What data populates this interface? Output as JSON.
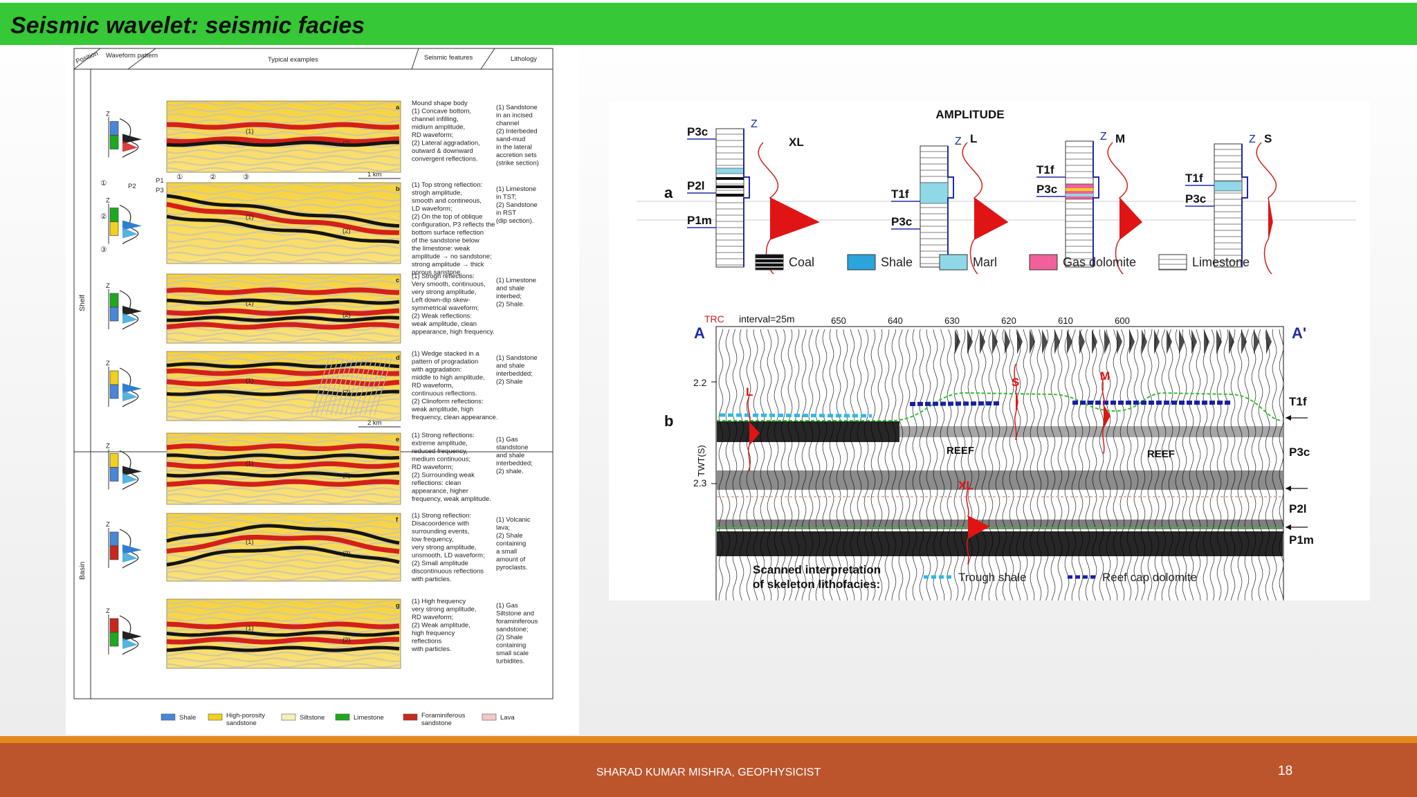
{
  "slide": {
    "title": "Seismic wavelet: seismic facies",
    "footer": "SHARAD KUMAR MISHRA, GEOPHYSICIST",
    "page_number": "18"
  },
  "left_figure": {
    "headers": {
      "position": "Position",
      "waveform": "Waveform pattern",
      "examples": "Typical examples",
      "features": "Seismic features",
      "lithology": "Lithology"
    },
    "zones": {
      "shelf": "Shelf",
      "basin": "Basin"
    },
    "rows": [
      {
        "letter": "a",
        "features": [
          "Mound shape body",
          "(1) Concave bottom,",
          "channel infilling,",
          "midium amplitude,",
          "RD waveform;",
          "(2) Lateral aggradation,",
          " outward & downward",
          "convergent reflections."
        ],
        "lithology": [
          "(1) Sandstone",
          "in an incised",
          "channel",
          "(2) Interbeded",
          "sand-mud",
          "in the lateral",
          "accretion sets",
          "(strike section)"
        ],
        "scale": "1 km"
      },
      {
        "letter": "b",
        "features": [
          "(1) Top strong reflection:",
          "strogh amplitude,",
          "smooth and contineous,",
          "LD waveform;",
          "(2) On the top of oblique",
          "configuration, P3 reflects the",
          "bottom surface reflection",
          "of the sandstone below",
          "the limestone: weak",
          "amplitude → no sandstone;",
          "strong amplitude → thick",
          "porous sanstone."
        ],
        "lithology": [
          "(1) Limestone",
          "in TST;",
          "(2) Sandstone",
          "in RST",
          "(dip section)."
        ]
      },
      {
        "letter": "c",
        "features": [
          "(1) Strogh reflections:",
          "Very smooth, continuous,",
          "very strong amplitude,",
          "Left  down-dip skew-",
          "symmetrical waveform;",
          "(2) Weak reflections:",
          "weak amplitude, clean",
          "appearance, high frequency."
        ],
        "lithology": [
          "(1) Limestone",
          "and shale",
          "interbed;",
          "(2) Shale."
        ]
      },
      {
        "letter": "d",
        "features": [
          "(1) Wedge stacked in a",
          "pattern of progradation",
          "with aggradation:",
          "middle to high amplitude,",
          "RD waveform,",
          "continuous reflections.",
          "(2) Clinoform reflections:",
          "weak amplitude, high",
          "frequency, clean appearance."
        ],
        "lithology": [
          "(1) Sandstone",
          "and shale",
          "interbedded;",
          "(2) Shale"
        ],
        "scale": "2 km"
      },
      {
        "letter": "e",
        "features": [
          "(1) Strong reflections:",
          "extreme amplitude,",
          "reduced frequency,",
          "medium continuous;",
          "RD waveform;",
          "(2) Surrounding weak",
          "reflections: clean",
          "appearance, higher",
          "frequency, weak amplitude."
        ],
        "lithology": [
          "(1) Gas",
          "standstone",
          "and shale",
          "interbedded;",
          "(2) shale."
        ]
      },
      {
        "letter": "f",
        "features": [
          "(1) Strong reflection:",
          "Disacoordence with",
          "surrounding events,",
          "low frequency,",
          "very strong amplitude,",
          "unsmooth, LD waveform;",
          "(2) Small amplitude",
          " discontinuous reflections",
          "  with particles."
        ],
        "lithology": [
          "(1) Volcanic",
          "lava;",
          "(2) Shale",
          "containing",
          "a small",
          "amount of",
          "pyroclasts."
        ]
      },
      {
        "letter": "g",
        "features": [
          "(1) High frequency",
          "very strong amplitude,",
          "RD waveform;",
          "(2) Weak amplitude,",
          "high frequency",
          "reflections",
          "with particles."
        ],
        "lithology": [
          "(1) Gas",
          "Siltstone and",
          "foraminiferous",
          "sandstone;",
          "(2) Shale",
          "containing",
          "small scale",
          "turbidites."
        ]
      }
    ],
    "legend": [
      {
        "label": "Shale",
        "color": "#4a86d6"
      },
      {
        "label": "High-porosity sandstone",
        "color": "#f0d020"
      },
      {
        "label": "Siltstone",
        "color": "#f4f0b8"
      },
      {
        "label": "Limestone",
        "color": "#1fa81f"
      },
      {
        "label": "Foraminiferous sandstone",
        "color": "#c8281c"
      },
      {
        "label": "Lava",
        "color": "#f4c8c8"
      }
    ],
    "wave_labels": {
      "z": "Z",
      "p1": "P1",
      "p2": "P2",
      "p3": "P3",
      "n1": "①",
      "n2": "②",
      "n3": "③",
      "m1": "(1)",
      "m2": "(2)"
    }
  },
  "right_figure": {
    "panel_a": {
      "label": "a",
      "title": "AMPLITUDE",
      "z": "Z",
      "columns": [
        {
          "name": "XL",
          "horizons": [
            "P3c",
            "P2l",
            "P1m"
          ]
        },
        {
          "name": "L",
          "horizons": [
            "T1f",
            "P3c"
          ]
        },
        {
          "name": "M",
          "horizons": [
            "T1f",
            "P3c"
          ]
        },
        {
          "name": "S",
          "horizons": [
            "T1f",
            "P3c"
          ]
        }
      ],
      "legend": [
        {
          "label": "Coal",
          "color": "#111111"
        },
        {
          "label": "Shale",
          "color": "#2aa4dc"
        },
        {
          "label": "Marl",
          "color": "#8fd8e8"
        },
        {
          "label": "Gas dolomite",
          "color": "#f0609a"
        },
        {
          "label": "Limestone",
          "color": "#ffffff"
        }
      ]
    },
    "panel_b": {
      "label": "b",
      "trc_label": "TRC",
      "interval": "interval=25m",
      "x_ticks": [
        "650",
        "640",
        "630",
        "620",
        "610",
        "600"
      ],
      "left_end": "A",
      "right_end": "A'",
      "y_axis": "TWT(S)",
      "y_ticks": [
        "2.2",
        "2.3"
      ],
      "facies_labels": [
        "L",
        "S",
        "M",
        "XL"
      ],
      "reef_labels": [
        "REEF",
        "REEF"
      ],
      "right_horizons": [
        "T1f",
        "P3c",
        "P2l",
        "P1m"
      ],
      "caption": [
        "Scanned interpretation",
        "of skeleton lithofacies:"
      ],
      "legend": [
        {
          "label": "Trough shale",
          "color": "#2fb8e6"
        },
        {
          "label": "Reef cap dolomite",
          "color": "#1a20a0"
        }
      ]
    }
  }
}
